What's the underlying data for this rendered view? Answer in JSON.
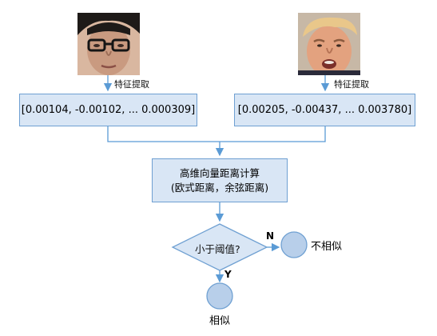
{
  "left_face": {
    "icon": "face-photo-young-man-glasses"
  },
  "right_face": {
    "icon": "face-photo-older-man-blond-hair"
  },
  "left_extract_label": "特征提取",
  "right_extract_label": "特征提取",
  "left_vector": "[0.00104, -0.00102, ... 0.000309]",
  "right_vector": "[0.00205, -0.00437, ... 0.003780]",
  "calc": {
    "line1": "高维向量距离计算",
    "line2": "(欧式距离，余弦距离)"
  },
  "decision": "小于阈值?",
  "no_label": "N",
  "yes_label": "Y",
  "not_similar": "不相似",
  "similar": "相似",
  "colors": {
    "box_fill": "#d9e6f5",
    "box_border": "#6fa0d2",
    "line": "#5b9bd5",
    "circle_fill": "#b8cfea"
  }
}
